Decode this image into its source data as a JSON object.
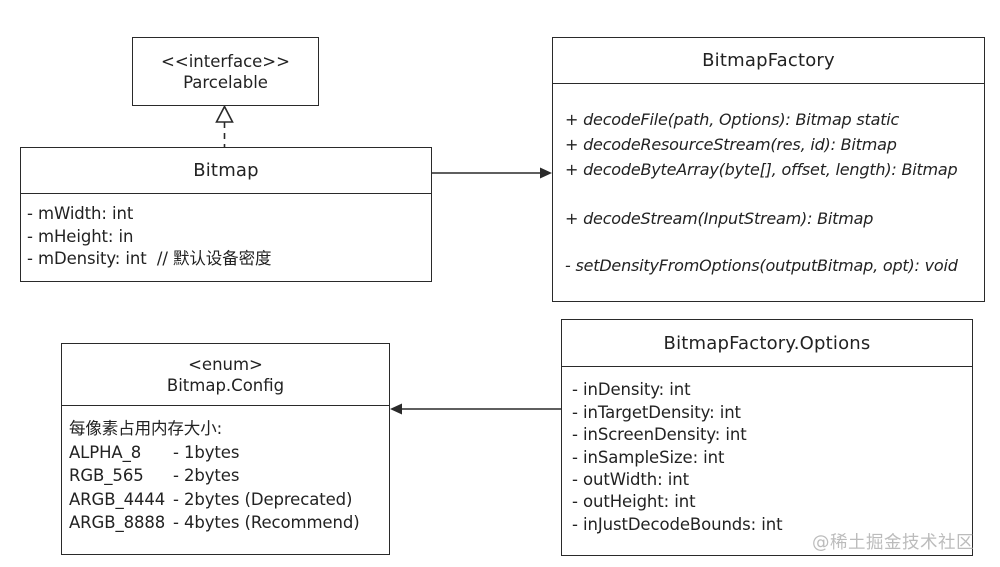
{
  "diagram": {
    "parcelable": {
      "stereotype": "<<interface>>",
      "name": "Parcelable"
    },
    "bitmap": {
      "name": "Bitmap",
      "fields": [
        "- mWidth: int",
        "- mHeight: in",
        "- mDensity: int  // 默认设备密度"
      ]
    },
    "bitmap_factory": {
      "name": "BitmapFactory",
      "methods_group1": [
        "+ decodeFile(path, Options): Bitmap static",
        "+ decodeResourceStream(res, id): Bitmap",
        "+ decodeByteArray(byte[], offset, length): Bitmap"
      ],
      "methods_group2": [
        "+ decodeStream(InputStream): Bitmap"
      ],
      "methods_group3": [
        "- setDensityFromOptions(outputBitmap, opt): void"
      ]
    },
    "bitmap_config": {
      "stereotype": "<enum>",
      "name": "Bitmap.Config",
      "note": "每像素占用内存大小:",
      "entries": [
        {
          "name": "ALPHA_8",
          "size": "- 1bytes"
        },
        {
          "name": "RGB_565",
          "size": "- 2bytes"
        },
        {
          "name": "ARGB_4444",
          "size": "- 2bytes (Deprecated)"
        },
        {
          "name": "ARGB_8888",
          "size": "- 4bytes (Recommend)"
        }
      ]
    },
    "bitmap_factory_options": {
      "name": "BitmapFactory.Options",
      "fields": [
        "- inDensity: int",
        "- inTargetDensity: int",
        "- inScreenDensity: int",
        "- inSampleSize: int",
        "- outWidth: int",
        "- outHeight: int",
        "- inJustDecodeBounds: int"
      ]
    },
    "watermark": "@稀土掘金技术社区",
    "colors": {
      "line": "#2a2a2a",
      "text": "#222222",
      "watermark": "#bcbcbc",
      "background": "#ffffff"
    }
  }
}
